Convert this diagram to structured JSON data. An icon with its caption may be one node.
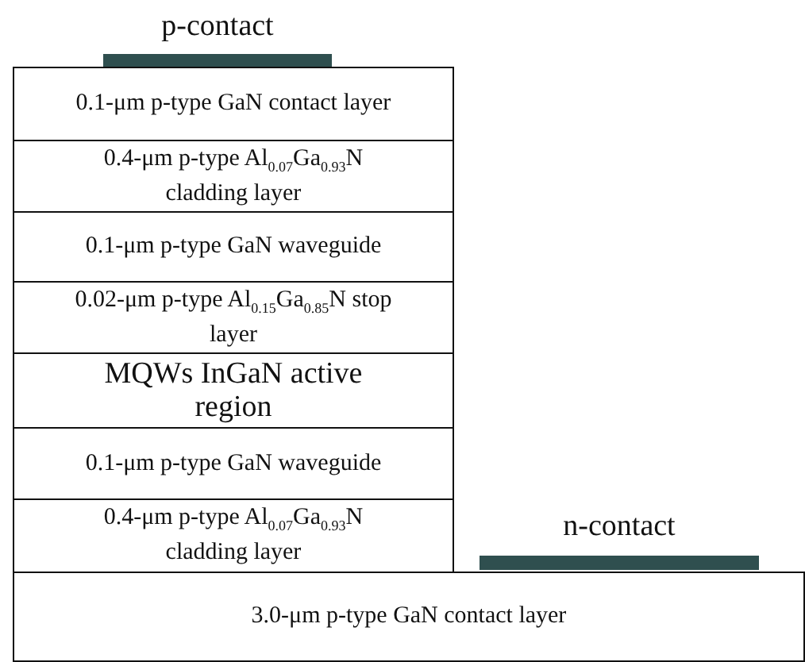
{
  "diagram": {
    "nodes": [
      {
        "text": [
          "p-contact"
        ]
      },
      {
        "text": [
          "0.1-μm p-type GaN contact layer"
        ]
      },
      {
        "text": [
          "0.4-μm p-type Al$_{0.07}$Ga$_{0.93}$N cladding layer"
        ]
      },
      {
        "text": [
          "0.1-μm p-type GaN waveguide"
        ]
      },
      {
        "text": [
          "0.02-μm p-type Al$_{0.15}$Ga$_{0.85}$N stop layer"
        ]
      },
      {
        "text": [
          "MQWs InGaN active region"
        ]
      },
      {
        "text": [
          "0.1-μm p-type GaN waveguide"
        ]
      },
      {
        "text": [
          "0.4-μm p-type Al$_{0.07}$Ga$_{0.93}$N cladding layer"
        ]
      },
      {
        "text": [
          "n-contact"
        ]
      },
      {
        "text": [
          "3.0-μm p-type GaN contact layer"
        ]
      }
    ]
  }
}
